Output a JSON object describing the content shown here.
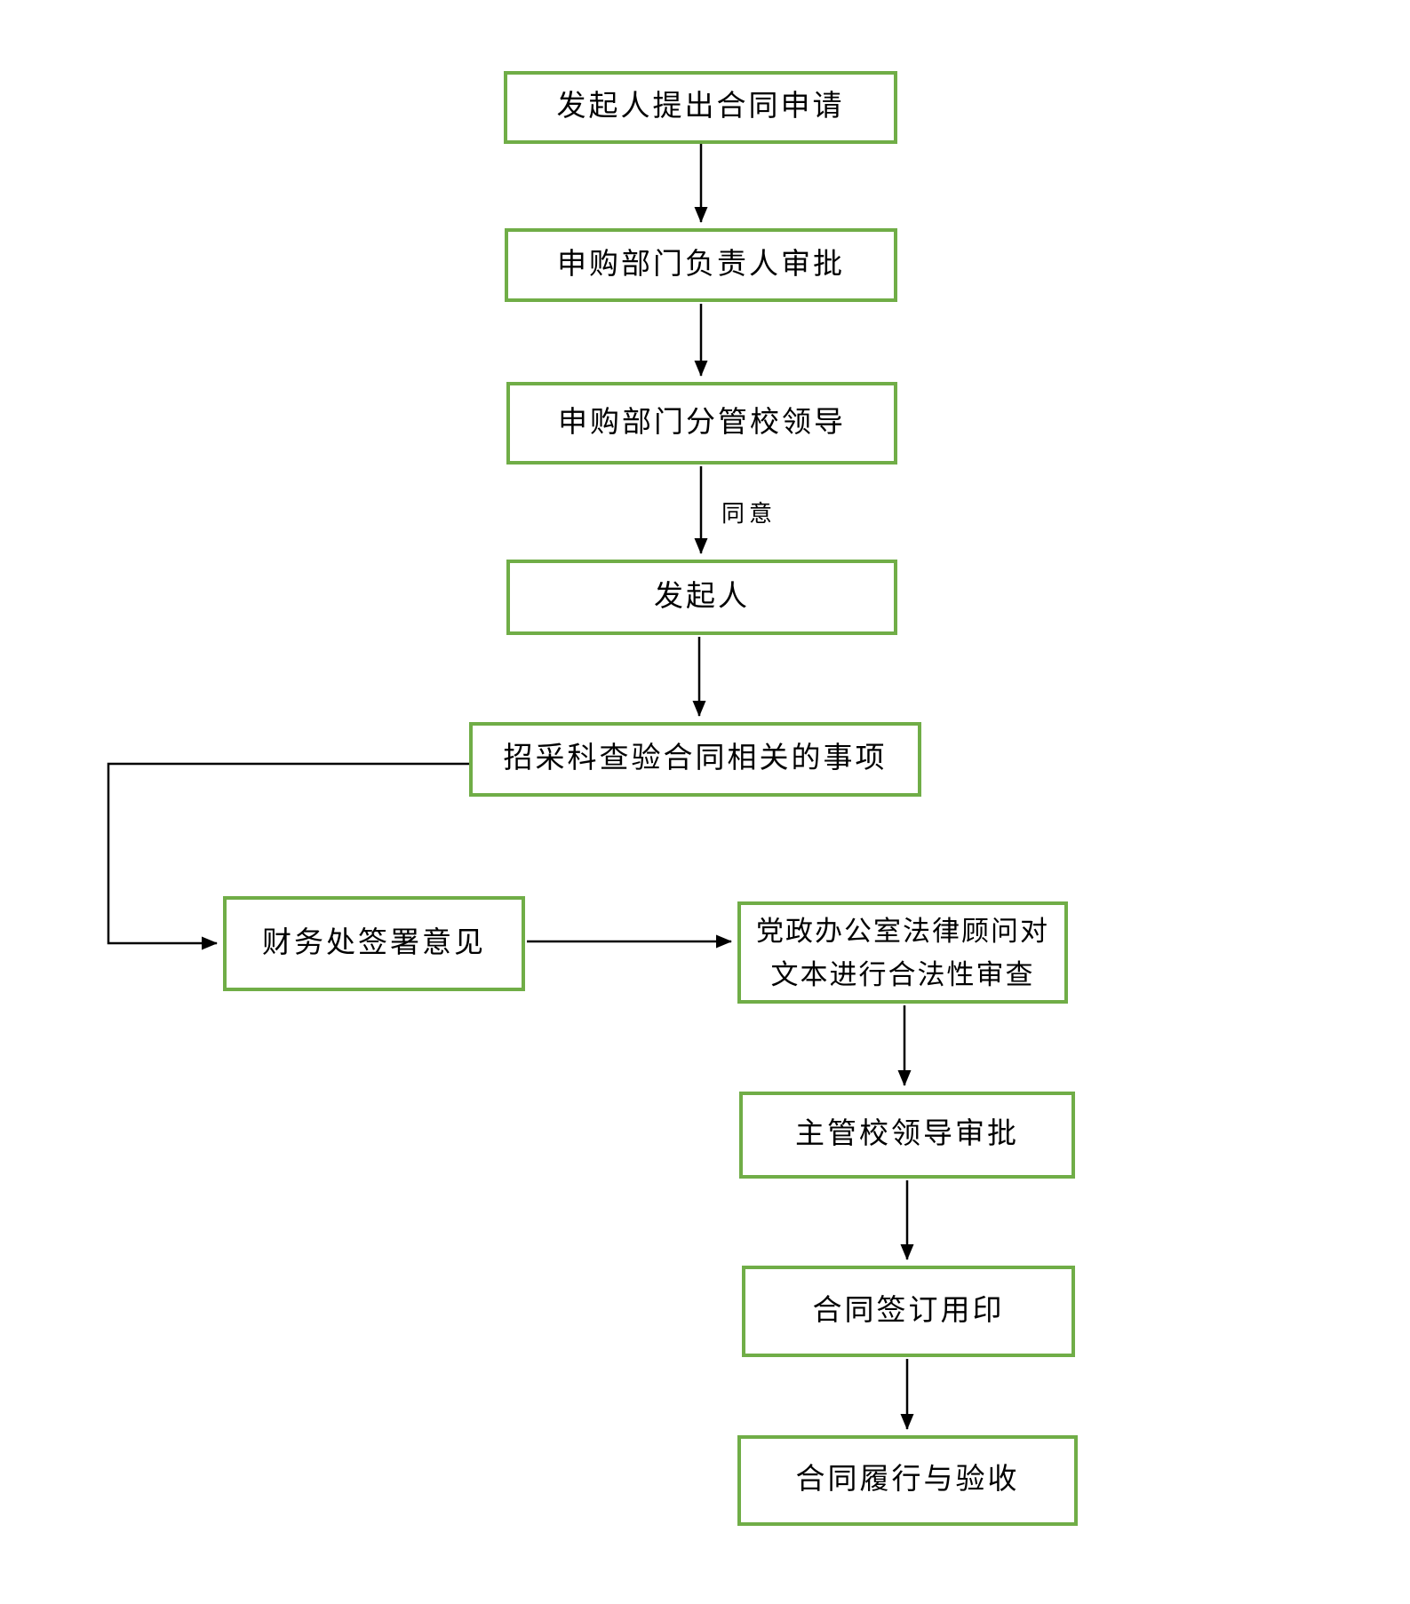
{
  "flowchart": {
    "background_color": "#ffffff",
    "box_border_color": "#70AD47",
    "connector_color": "#000000",
    "nodes": [
      {
        "id": "contract-application",
        "label": "发起人提出合同申请"
      },
      {
        "id": "dept-head-approval",
        "label": "申购部门负责人审批"
      },
      {
        "id": "dept-supervising-school-leader",
        "label": "申购部门分管校领导"
      },
      {
        "id": "initiator",
        "label": "发起人"
      },
      {
        "id": "procurement-verification",
        "label": "招采科查验合同相关的事项"
      },
      {
        "id": "finance-opinion",
        "label": "财务处签署意见"
      },
      {
        "id": "legal-review",
        "label": "党政办公室法律顾问对\n文本进行合法性审查"
      },
      {
        "id": "chief-leader-approval",
        "label": "主管校领导审批"
      },
      {
        "id": "contract-signing-seal",
        "label": "合同签订用印"
      },
      {
        "id": "contract-performance-acceptance",
        "label": "合同履行与验收"
      }
    ],
    "edge_labels": {
      "agree": "同意"
    }
  }
}
